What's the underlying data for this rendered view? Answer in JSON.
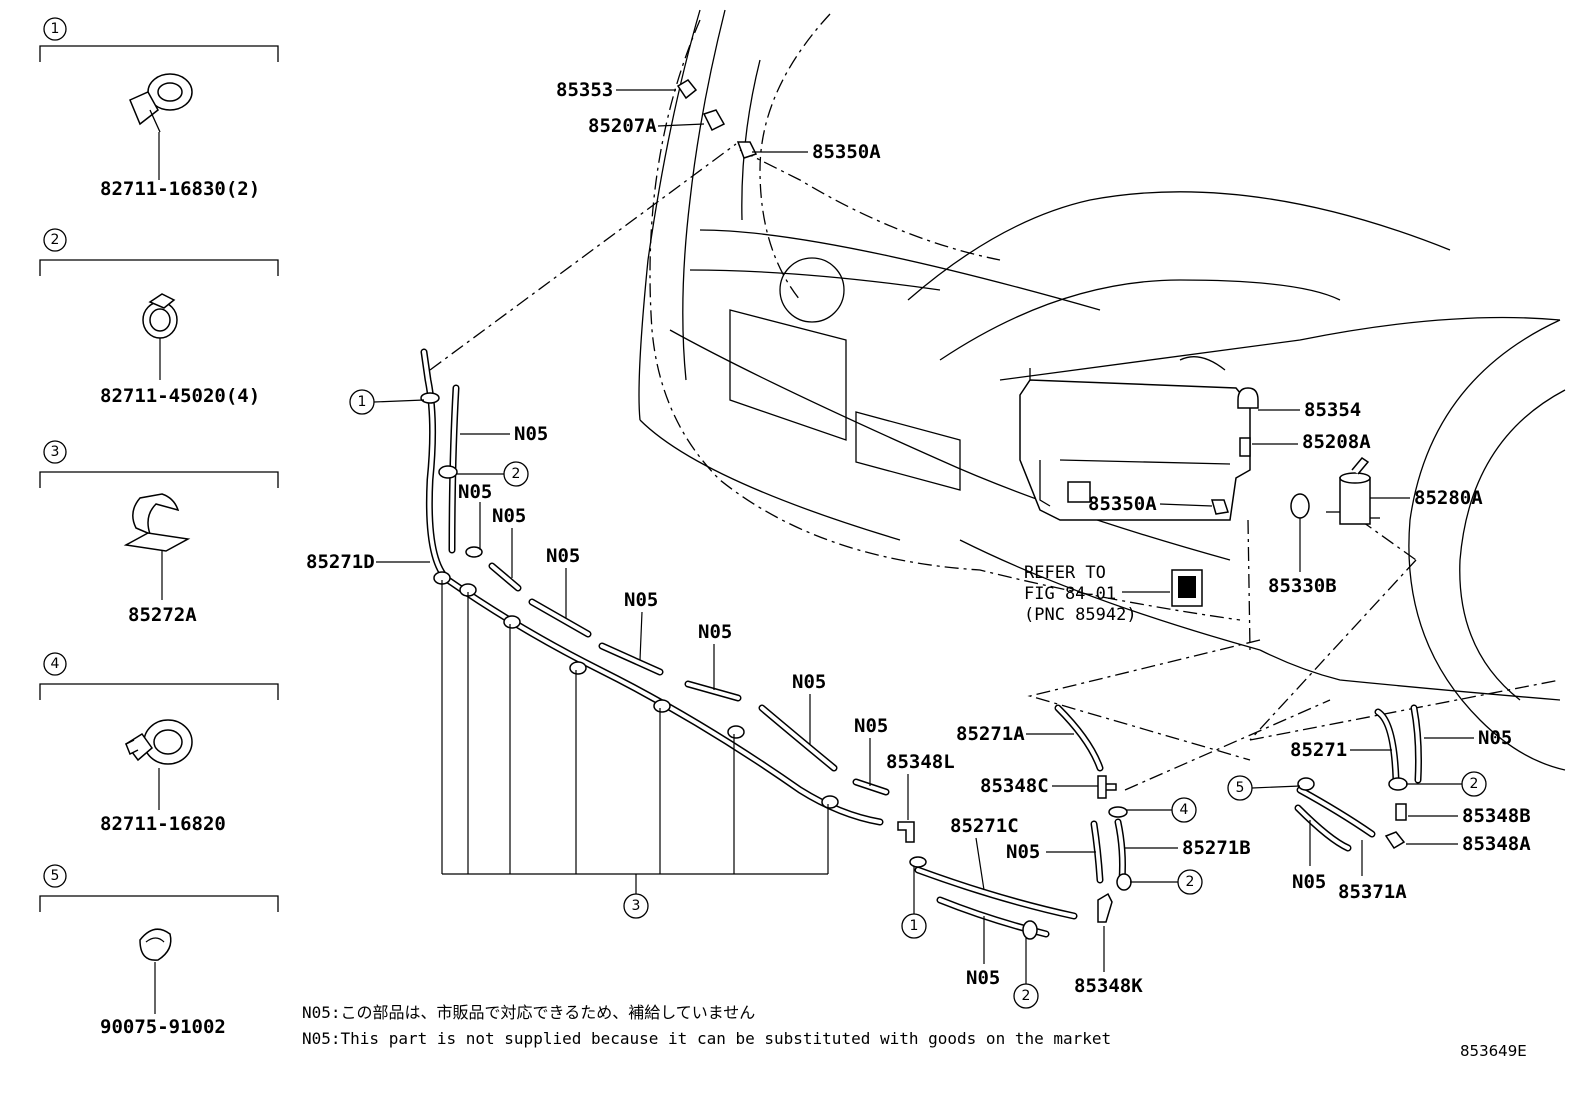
{
  "diagram_id": "853649E",
  "clips": [
    {
      "num": "1",
      "part_no": "82711-16830(2)"
    },
    {
      "num": "2",
      "part_no": "82711-45020(4)"
    },
    {
      "num": "3",
      "part_no": "85272A"
    },
    {
      "num": "4",
      "part_no": "82711-16820"
    },
    {
      "num": "5",
      "part_no": "90075-91002"
    }
  ],
  "callouts": {
    "p85353": "85353",
    "p85207A": "85207A",
    "p85350A_top": "85350A",
    "p85354": "85354",
    "p85208A": "85208A",
    "p85350A_tank": "85350A",
    "p85280A": "85280A",
    "p85330B": "85330B",
    "p85271D": "85271D",
    "p85348L": "85348L",
    "p85271A": "85271A",
    "p85348C": "85348C",
    "p85271C": "85271C",
    "p85271B": "85271B",
    "p85348K": "85348K",
    "p85271": "85271",
    "p85348B": "85348B",
    "p85348A": "85348A",
    "p85371A": "85371A"
  },
  "n05_label": "N05",
  "refer": {
    "line1": "REFER TO",
    "line2": "FIG 84-01",
    "line3": "(PNC 85942)"
  },
  "notes": {
    "jp": "N05:この部品は、市販品で対応できるため、補給していません",
    "en": "N05:This part is not supplied because it can be substituted with goods on the market"
  }
}
